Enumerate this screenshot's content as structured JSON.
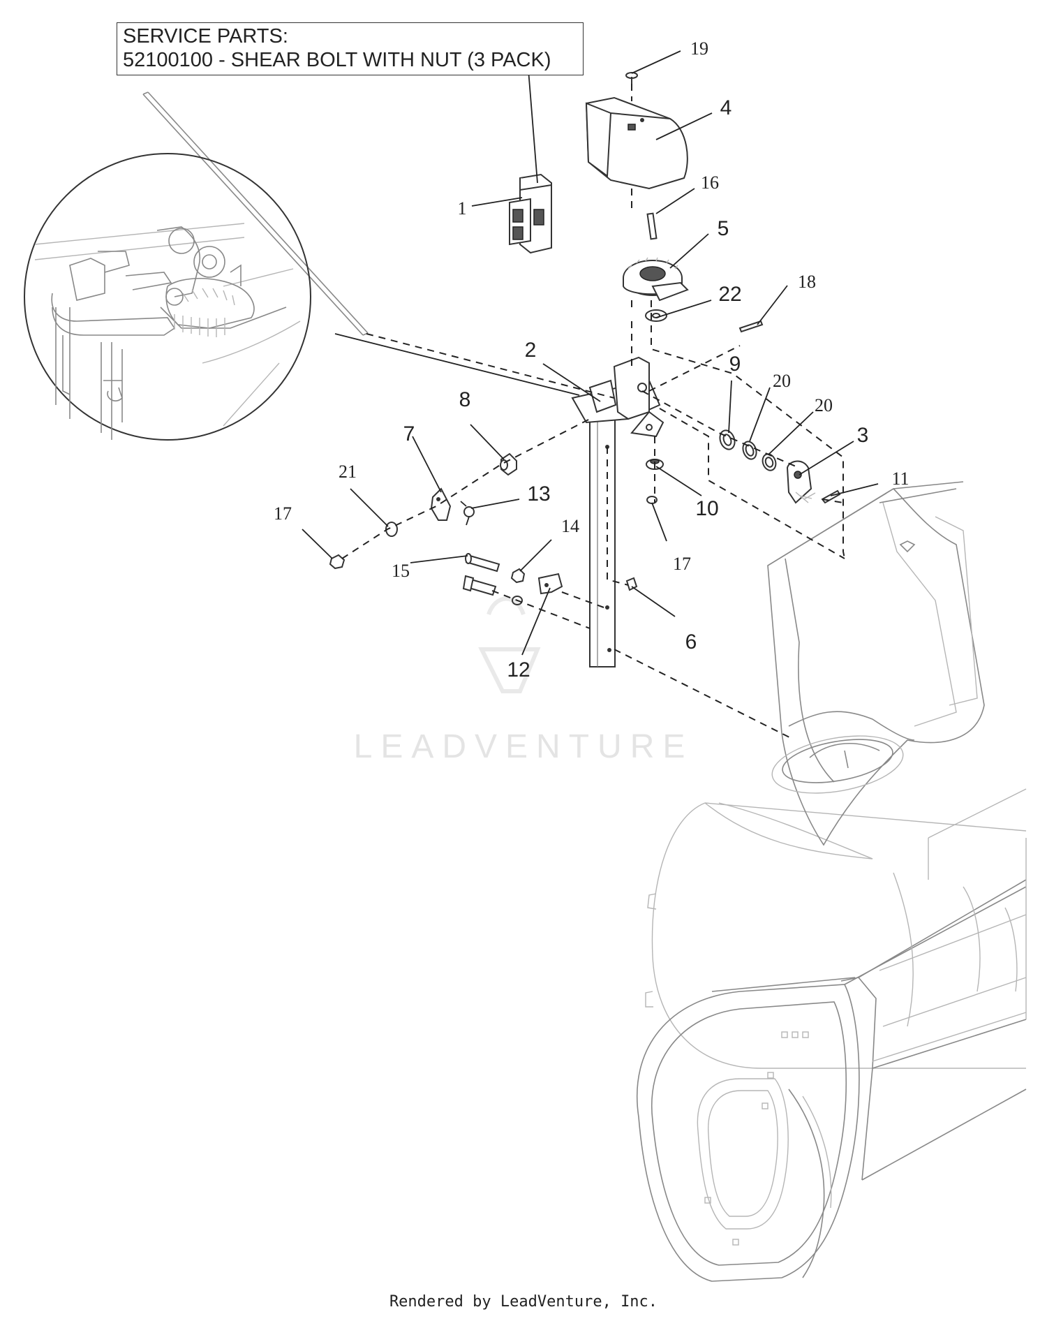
{
  "service_parts": {
    "heading": "SERVICE PARTS:",
    "line": "52100100 - SHEAR BOLT WITH NUT (3 PACK)"
  },
  "callouts": [
    {
      "id": "c1",
      "label": "1",
      "style": "serif"
    },
    {
      "id": "c2",
      "label": "2",
      "style": "sans"
    },
    {
      "id": "c3",
      "label": "3",
      "style": "sans"
    },
    {
      "id": "c4",
      "label": "4",
      "style": "sans"
    },
    {
      "id": "c5",
      "label": "5",
      "style": "sans"
    },
    {
      "id": "c6",
      "label": "6",
      "style": "sans"
    },
    {
      "id": "c7",
      "label": "7",
      "style": "sans"
    },
    {
      "id": "c8",
      "label": "8",
      "style": "sans"
    },
    {
      "id": "c9",
      "label": "9",
      "style": "sans"
    },
    {
      "id": "c10",
      "label": "10",
      "style": "sans"
    },
    {
      "id": "c11",
      "label": "11",
      "style": "serif"
    },
    {
      "id": "c12",
      "label": "12",
      "style": "sans"
    },
    {
      "id": "c13",
      "label": "13",
      "style": "sans"
    },
    {
      "id": "c14",
      "label": "14",
      "style": "serif"
    },
    {
      "id": "c15",
      "label": "15",
      "style": "serif"
    },
    {
      "id": "c16",
      "label": "16",
      "style": "serif"
    },
    {
      "id": "c17a",
      "label": "17",
      "style": "serif"
    },
    {
      "id": "c17b",
      "label": "17",
      "style": "serif"
    },
    {
      "id": "c18",
      "label": "18",
      "style": "serif"
    },
    {
      "id": "c19",
      "label": "19",
      "style": "serif"
    },
    {
      "id": "c20a",
      "label": "20",
      "style": "serif"
    },
    {
      "id": "c20b",
      "label": "20",
      "style": "serif"
    },
    {
      "id": "c21",
      "label": "21",
      "style": "serif"
    },
    {
      "id": "c22",
      "label": "22",
      "style": "sans"
    }
  ],
  "watermark": "LEADVENTURE",
  "footer": "Rendered by LeadVenture, Inc."
}
